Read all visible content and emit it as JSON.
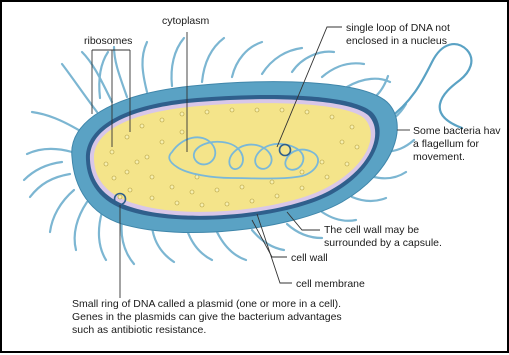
{
  "labels": {
    "ribosomes": "ribosomes",
    "cytoplasm": "cytoplasm",
    "dna_line1": "single loop of DNA not",
    "dna_line2": "enclosed in a nucleus",
    "flagellum_line1": "Some bacteria hav",
    "flagellum_line2": "a flagellum for",
    "flagellum_line3": "movement.",
    "capsule_line1": "The cell wall may be",
    "capsule_line2": "surrounded by a capsule.",
    "cell_wall": "cell wall",
    "cell_membrane": "cell membrane"
  },
  "caption": {
    "line1": "Small ring of DNA called a plasmid (one or more in a cell).",
    "line2": "Genes in the plasmids can give the bacterium advantages",
    "line3": "such as antibiotic resistance."
  },
  "colors": {
    "capsule": "#5aa2c4",
    "cell_wall": "#2f5f8c",
    "cell_membrane": "#d8c7e8",
    "cytoplasm": "#f4e48a",
    "dna": "#7ab8d8",
    "pili": "#7cb6d2"
  }
}
